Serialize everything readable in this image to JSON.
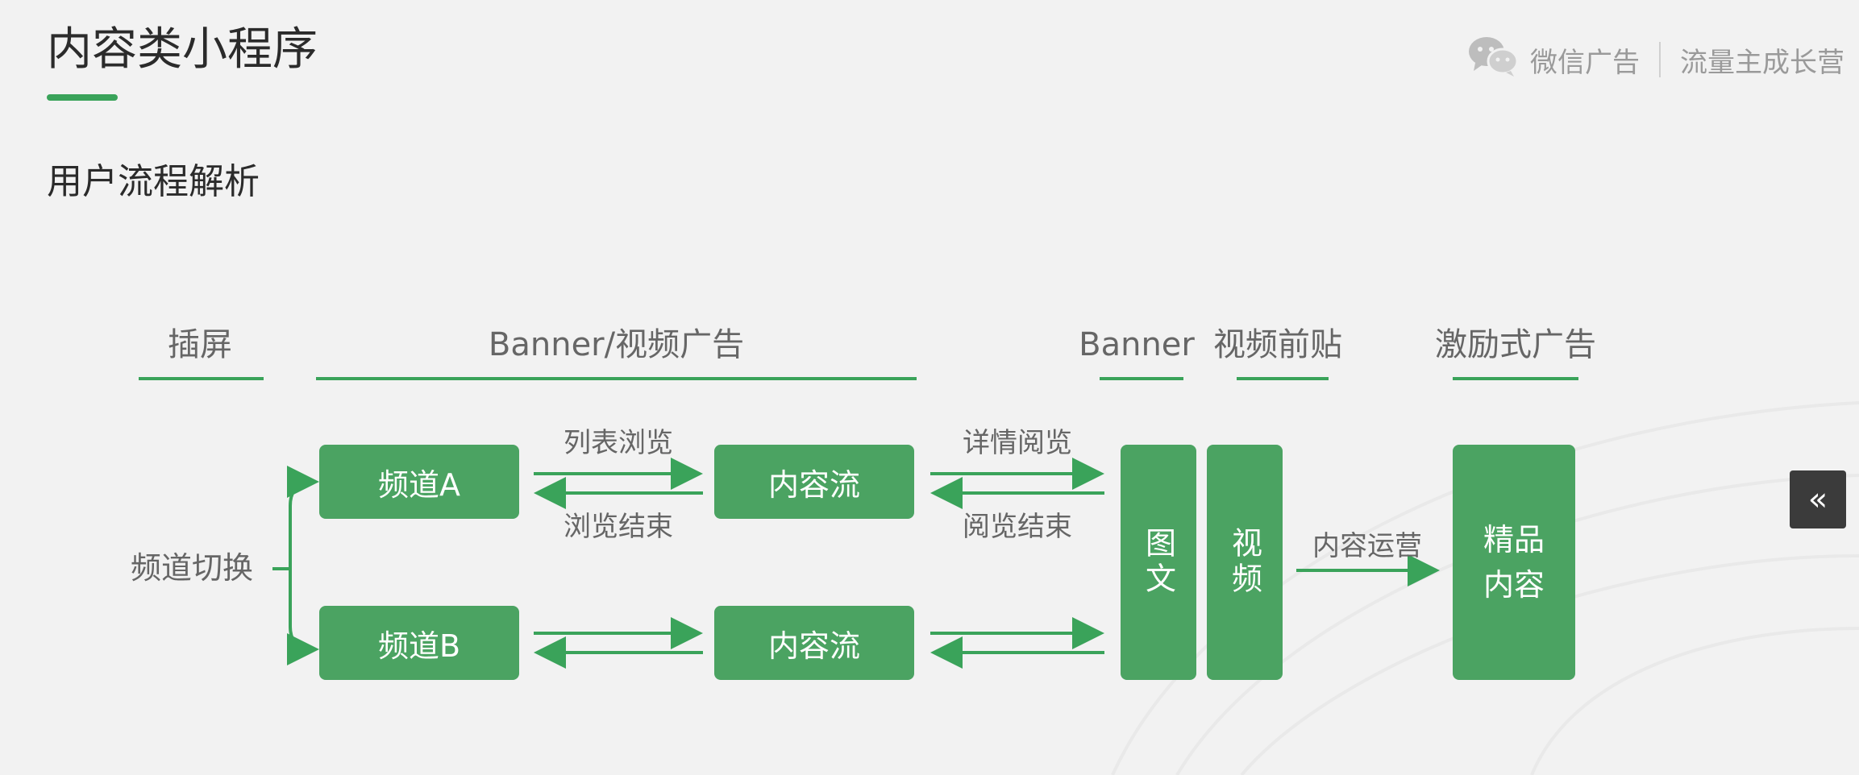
{
  "header": {
    "title": "内容类小程序",
    "brand": {
      "left": "微信广告",
      "right": "流量主成长营",
      "icon": "wechat-icon"
    }
  },
  "section_title": "用户流程解析",
  "categories": {
    "interstitial": "插屏",
    "banner_video": "Banner/视频广告",
    "banner": "Banner",
    "video_preroll": "视频前贴",
    "rewarded": "激励式广告"
  },
  "flow": {
    "switch_label": "频道切换",
    "channel_a": "频道A",
    "channel_b": "频道B",
    "content_stream": "内容流",
    "browse_list": "列表浏览",
    "browse_end": "浏览结束",
    "read_detail": "详情阅览",
    "read_end": "阅览结束",
    "image_text": "图文",
    "video": "视频",
    "content_ops": "内容运营",
    "premium_line1": "精品",
    "premium_line2": "内容"
  },
  "controls": {
    "collapse_icon": "double-chevron-left-icon",
    "collapse_glyph": "«"
  },
  "colors": {
    "accent": "#3aa35a",
    "box": "#4ba362"
  }
}
